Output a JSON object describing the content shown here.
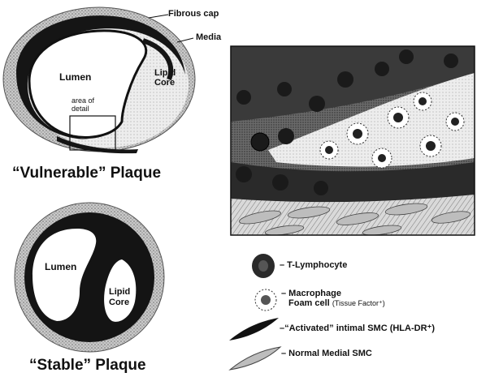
{
  "vulnerable": {
    "title": "“Vulnerable” Plaque",
    "fibrous_cap": "Fibrous cap",
    "media": "Media",
    "lumen": "Lumen",
    "lipid_core_line1": "Lipid",
    "lipid_core_line2": "Core",
    "area_of_detail_line1": "area of",
    "area_of_detail_line2": "detail"
  },
  "stable": {
    "title": "“Stable” Plaque",
    "lumen": "Lumen",
    "lipid_core_line1": "Lipid",
    "lipid_core_line2": "Core"
  },
  "legend": {
    "t_lymphocyte": "– T-Lymphocyte",
    "macrophage_line1": "– Macrophage",
    "macrophage_line2": "Foam cell",
    "macrophage_note": "(Tissue Factor⁺)",
    "activated_smc": "–“Activated” intimal SMC (HLA-DR⁺)",
    "normal_smc": "– Normal Medial SMC"
  },
  "colors": {
    "dark": "#1a1a1a",
    "stipple": "#9a9a9a",
    "light_stipple": "#d6d6d6",
    "white": "#ffffff"
  }
}
